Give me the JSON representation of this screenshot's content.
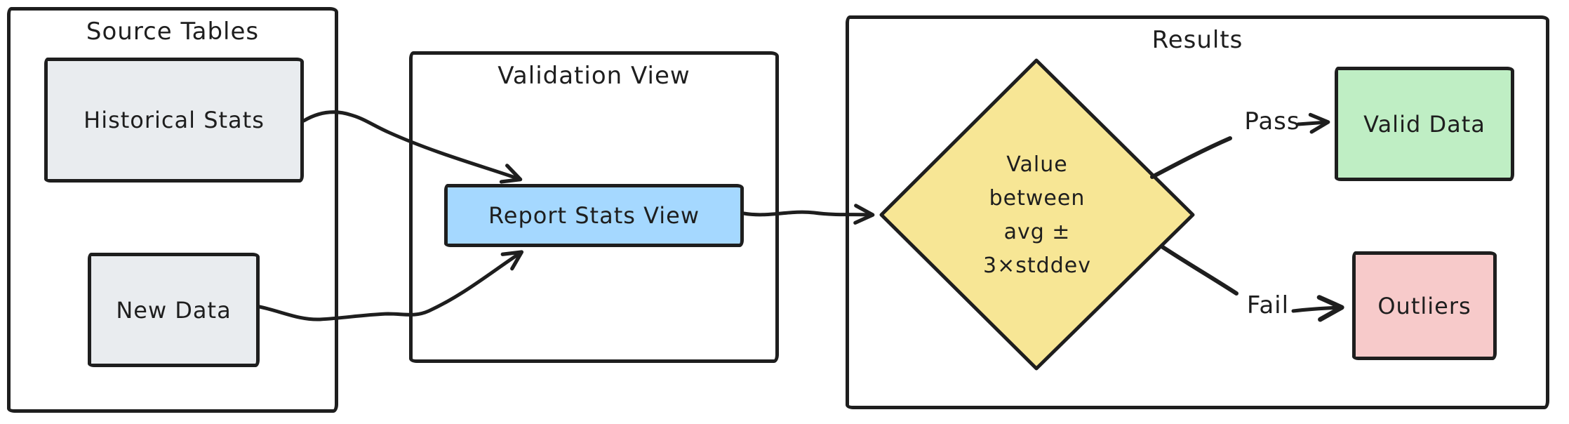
{
  "containers": {
    "source": {
      "title": "Source Tables"
    },
    "validation": {
      "title": "Validation View"
    },
    "results": {
      "title": "Results"
    }
  },
  "nodes": {
    "historical_stats": {
      "label": "Historical Stats"
    },
    "new_data": {
      "label": "New Data"
    },
    "report_stats_view": {
      "label": "Report Stats View"
    },
    "decision": {
      "line1": "Value",
      "line2": "between",
      "line3": "avg ±",
      "line4": "3×stddev"
    },
    "valid_data": {
      "label": "Valid Data"
    },
    "outliers": {
      "label": "Outliers"
    }
  },
  "edge_labels": {
    "pass": "Pass",
    "fail": "Fail"
  },
  "colors": {
    "stroke": "#1e1e1e",
    "source_table_fill": "#e9ecef",
    "view_fill": "#a5d8ff",
    "decision_fill": "#f7e695",
    "valid_fill": "#bfeec4",
    "outliers_fill": "#f7caca",
    "background": "#ffffff"
  }
}
